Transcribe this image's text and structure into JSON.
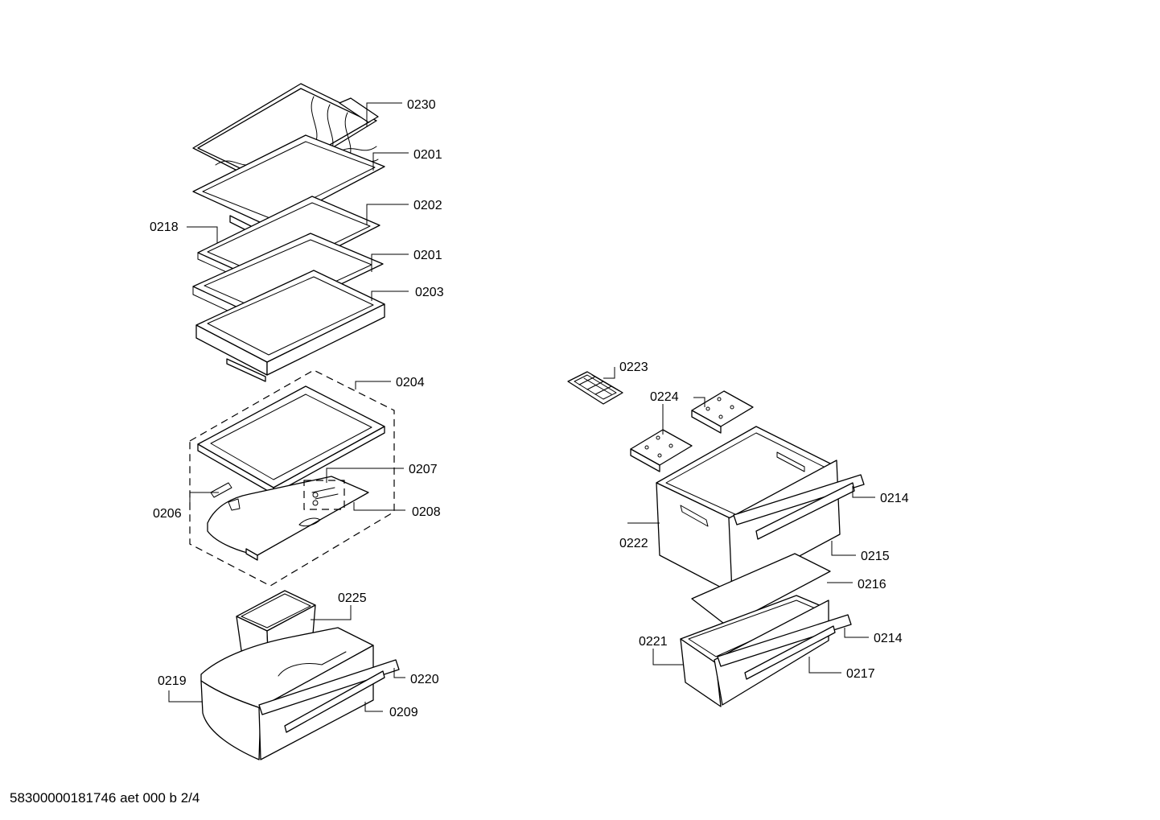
{
  "labels": {
    "l0230": "0230",
    "l0201a": "0201",
    "l0202": "0202",
    "l0218": "0218",
    "l0201b": "0201",
    "l0203": "0203",
    "l0204": "0204",
    "l0207": "0207",
    "l0206": "0206",
    "l0208": "0208",
    "l0225": "0225",
    "l0219": "0219",
    "l0220": "0220",
    "l0209": "0209",
    "l0223": "0223",
    "l0224": "0224",
    "l0214a": "0214",
    "l0222": "0222",
    "l0215": "0215",
    "l0216": "0216",
    "l0221": "0221",
    "l0214b": "0214",
    "l0217": "0217"
  },
  "footer": "58300000181746 aet 000 b 2/4"
}
